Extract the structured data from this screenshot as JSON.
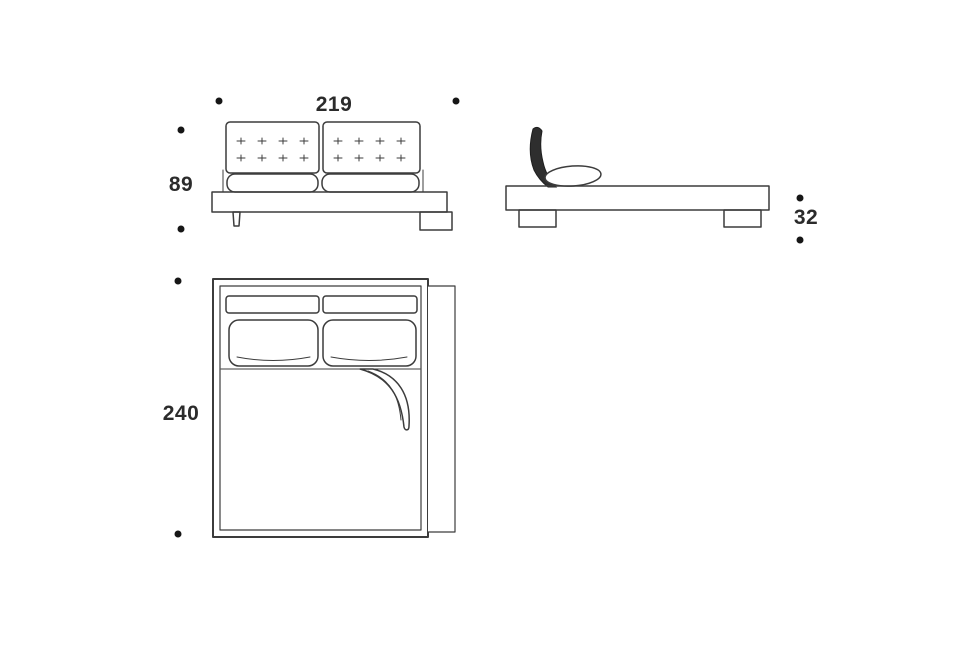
{
  "colors": {
    "background": "#ffffff",
    "line": "#3c3c3c",
    "dark_fill": "#2e2e2e",
    "text": "#2b2b2b",
    "marker_dot": "#161616"
  },
  "dimensions": {
    "width": "219",
    "height": "89",
    "base_height": "32",
    "depth": "240"
  }
}
